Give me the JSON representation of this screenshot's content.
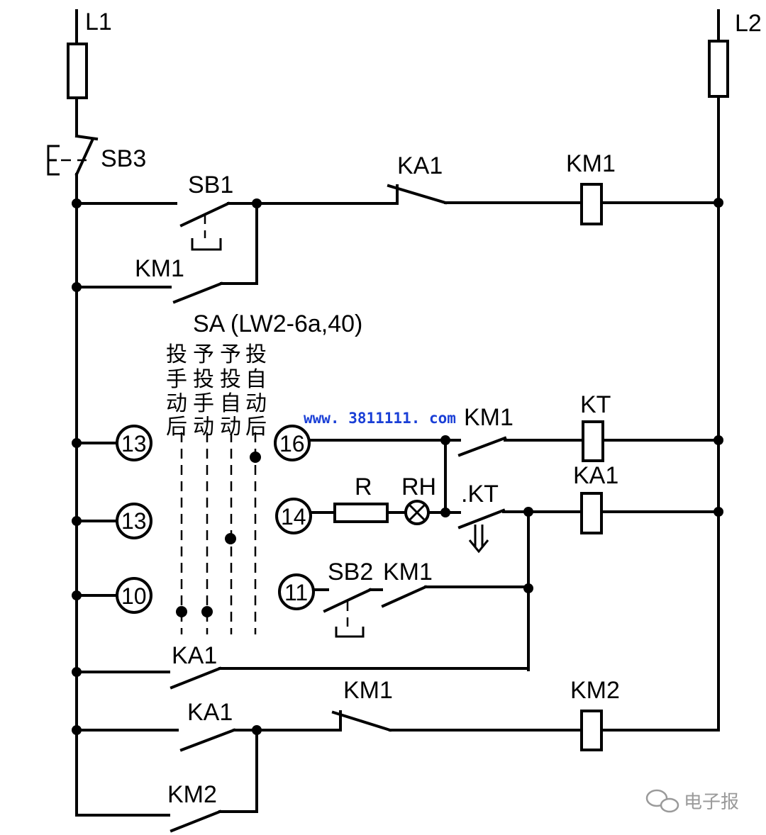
{
  "labels": {
    "L1": "L1",
    "L2": "L2",
    "SB3": "SB3",
    "SB1": "SB1",
    "KA1_top": "KA1",
    "KM1_coil": "KM1",
    "KM1_hold": "KM1",
    "SA": "SA (LW2-6a,40)",
    "KT_coil": "KT",
    "KM1_kt": "KM1",
    "R": "R",
    "RH": "RH",
    "KT_contact": ".KT",
    "KA1_coil": "KA1",
    "SB2": "SB2",
    "KM1_sb2": "KM1",
    "KA1_hold": "KA1",
    "KM1_km2": "KM1",
    "KM2_coil": "KM2",
    "KA1_km2": "KA1",
    "KM2_hold": "KM2"
  },
  "terminals": {
    "t13a": "13",
    "t13b": "13",
    "t10": "10",
    "t16": "16",
    "t14": "14",
    "t11": "11"
  },
  "sa_positions": [
    [
      "投",
      "手",
      "动",
      "后"
    ],
    [
      "予",
      "投",
      "手",
      "动"
    ],
    [
      "予",
      "投",
      "自",
      "动"
    ],
    [
      "投",
      "自",
      "动",
      "后"
    ]
  ],
  "watermark_url": "www. 3811111. com",
  "brand": "电子报"
}
